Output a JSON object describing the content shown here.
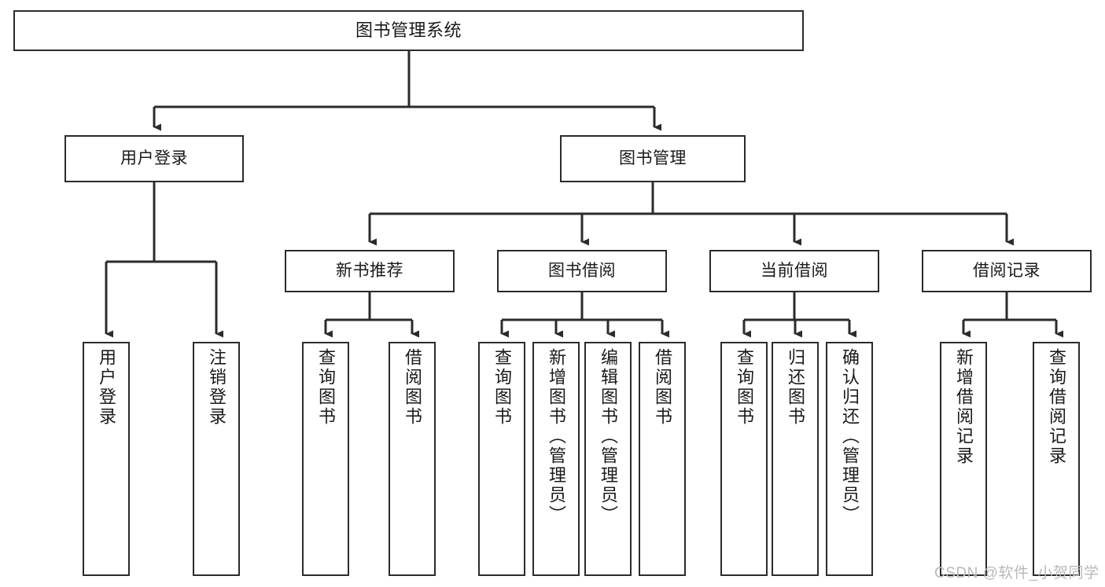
{
  "diagram": {
    "type": "tree-hierarchy",
    "title": "图书管理系统",
    "root": {
      "label": "图书管理系统"
    },
    "level2": [
      {
        "id": "user-login",
        "label": "用户登录"
      },
      {
        "id": "book-manage",
        "label": "图书管理"
      }
    ],
    "level3": [
      {
        "id": "new-book-recommend",
        "label": "新书推荐",
        "parent": "book-manage"
      },
      {
        "id": "book-borrow",
        "label": "图书借阅",
        "parent": "book-manage"
      },
      {
        "id": "current-borrow",
        "label": "当前借阅",
        "parent": "book-manage"
      },
      {
        "id": "borrow-record",
        "label": "借阅记录",
        "parent": "book-manage"
      }
    ],
    "leaves": [
      {
        "id": "leaf-user-login",
        "label": "用户登录",
        "parent": "user-login"
      },
      {
        "id": "leaf-logout-login",
        "label": "注销登录",
        "parent": "user-login"
      },
      {
        "id": "leaf-query-book-1",
        "label": "查询图书",
        "parent": "new-book-recommend"
      },
      {
        "id": "leaf-borrow-book-1",
        "label": "借阅图书",
        "parent": "new-book-recommend"
      },
      {
        "id": "leaf-query-book-2",
        "label": "查询图书",
        "parent": "book-borrow"
      },
      {
        "id": "leaf-add-book",
        "label": "新增图书（管理员）",
        "parent": "book-borrow"
      },
      {
        "id": "leaf-edit-book",
        "label": "编辑图书（管理员）",
        "parent": "book-borrow"
      },
      {
        "id": "leaf-borrow-book-2",
        "label": "借阅图书",
        "parent": "book-borrow"
      },
      {
        "id": "leaf-query-book-3",
        "label": "查询图书",
        "parent": "current-borrow"
      },
      {
        "id": "leaf-return-book",
        "label": "归还图书",
        "parent": "current-borrow"
      },
      {
        "id": "leaf-confirm-return",
        "label": "确认归还（管理员）",
        "parent": "current-borrow"
      },
      {
        "id": "leaf-add-record",
        "label": "新增借阅记录",
        "parent": "borrow-record"
      },
      {
        "id": "leaf-query-record",
        "label": "查询借阅记录",
        "parent": "borrow-record"
      }
    ],
    "colors": {
      "stroke": "#2b2b2b",
      "fill": "#ffffff",
      "text": "#1a1a1a",
      "watermark": "#b9b9b9"
    }
  },
  "watermark": {
    "text": "CSDN @软件_小贺同学"
  }
}
